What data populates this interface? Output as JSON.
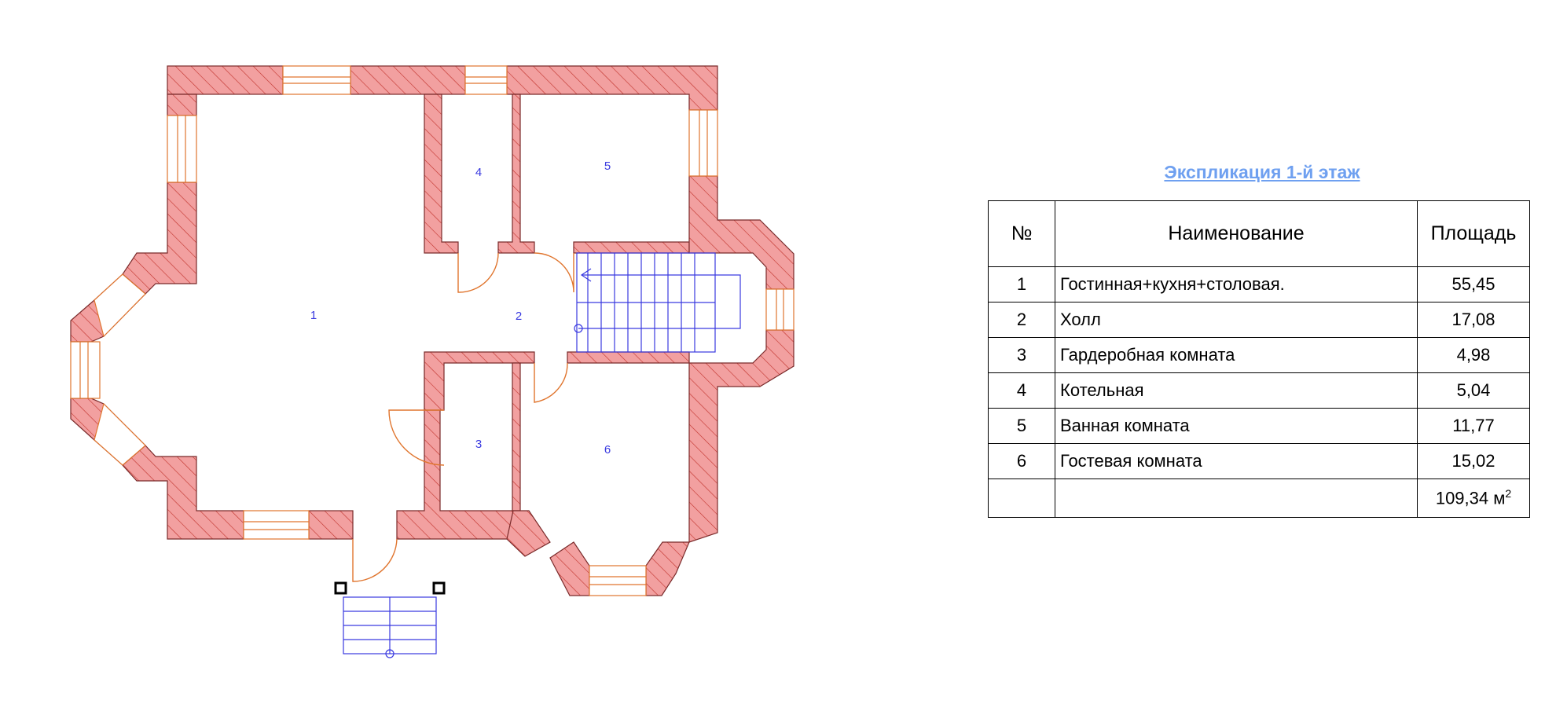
{
  "colors": {
    "wall_fill": "#f2a0a0",
    "wall_hatch": "#c0302a",
    "wall_stroke": "#7a2a2a",
    "window_frame": "#e0752e",
    "door": "#e0752e",
    "stair": "#3a3ae0",
    "label": "#3a3ae0",
    "title": "#6fa0f0"
  },
  "icons": {
    "room_label": "room-number-text",
    "door": "door-swing-arc",
    "stair": "stair-steps"
  },
  "explication": {
    "title": "Экспликация 1-й этаж",
    "headers": {
      "num": "№",
      "name": "Наименование",
      "area": "Площадь"
    },
    "rows": [
      {
        "num": "1",
        "name": "Гостинная+кухня+столовая.",
        "area": "55,45"
      },
      {
        "num": "2",
        "name": "Холл",
        "area": "17,08"
      },
      {
        "num": "3",
        "name": "Гардеробная комната",
        "area": "4,98"
      },
      {
        "num": "4",
        "name": "Котельная",
        "area": "5,04"
      },
      {
        "num": "5",
        "name": "Ванная комната",
        "area": "11,77"
      },
      {
        "num": "6",
        "name": "Гостевая комната",
        "area": "15,02"
      }
    ],
    "total": {
      "value": "109,34 м",
      "unit_sup": "2"
    }
  },
  "plan": {
    "room_labels": [
      "1",
      "2",
      "3",
      "4",
      "5",
      "6"
    ]
  }
}
